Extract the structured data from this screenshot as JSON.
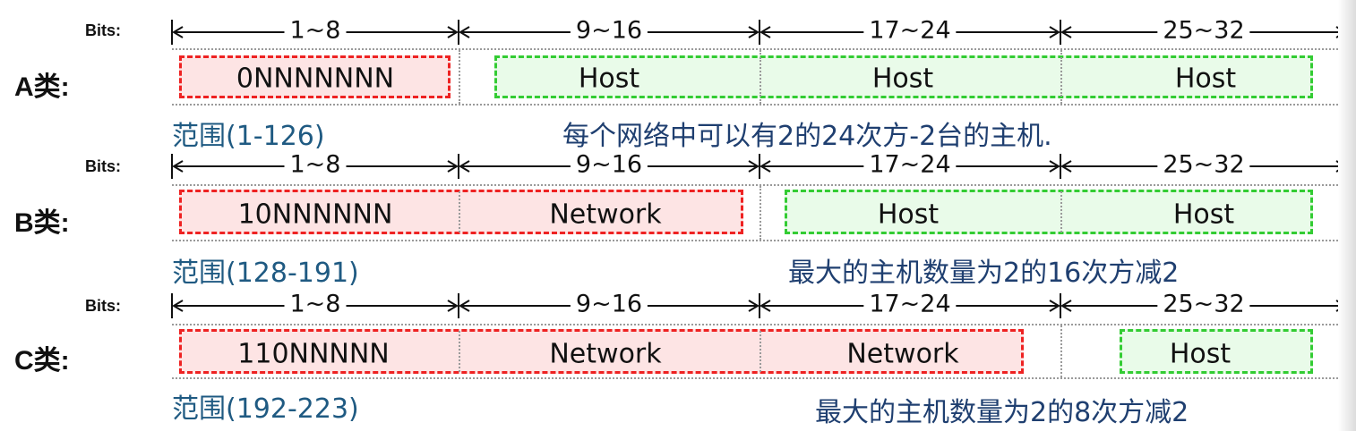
{
  "bits_label": "Bits:",
  "ticks": [
    "1~8",
    "9~16",
    "17~24",
    "25~32"
  ],
  "classes": [
    {
      "label": "A类:",
      "cells": [
        {
          "text": "0NNNNNNN",
          "kind": "network"
        },
        {
          "text": "Host",
          "kind": "host"
        },
        {
          "text": "Host",
          "kind": "host"
        },
        {
          "text": "Host",
          "kind": "host"
        }
      ],
      "range": "范围(1-126)",
      "note": "每个网络中可以有2的24次方-2台的主机."
    },
    {
      "label": "B类:",
      "cells": [
        {
          "text": "10NNNNNN",
          "kind": "network"
        },
        {
          "text": "Network",
          "kind": "network"
        },
        {
          "text": "Host",
          "kind": "host"
        },
        {
          "text": "Host",
          "kind": "host"
        }
      ],
      "range": "范围(128-191)",
      "note": "最大的主机数量为2的16次方减2"
    },
    {
      "label": "C类:",
      "cells": [
        {
          "text": "110NNNNN",
          "kind": "network"
        },
        {
          "text": "Network",
          "kind": "network"
        },
        {
          "text": "Network",
          "kind": "network"
        },
        {
          "text": "Host",
          "kind": "host"
        }
      ],
      "range": "范围(192-223)",
      "note": "最大的主机数量为2的8次方减2"
    }
  ],
  "colors": {
    "network_fill": "#fde4e4",
    "network_border": "#ee2222",
    "host_fill": "#e9fbe9",
    "host_border": "#33cc33",
    "range_text": "#1f5a82",
    "note_text": "#1f3f70"
  }
}
